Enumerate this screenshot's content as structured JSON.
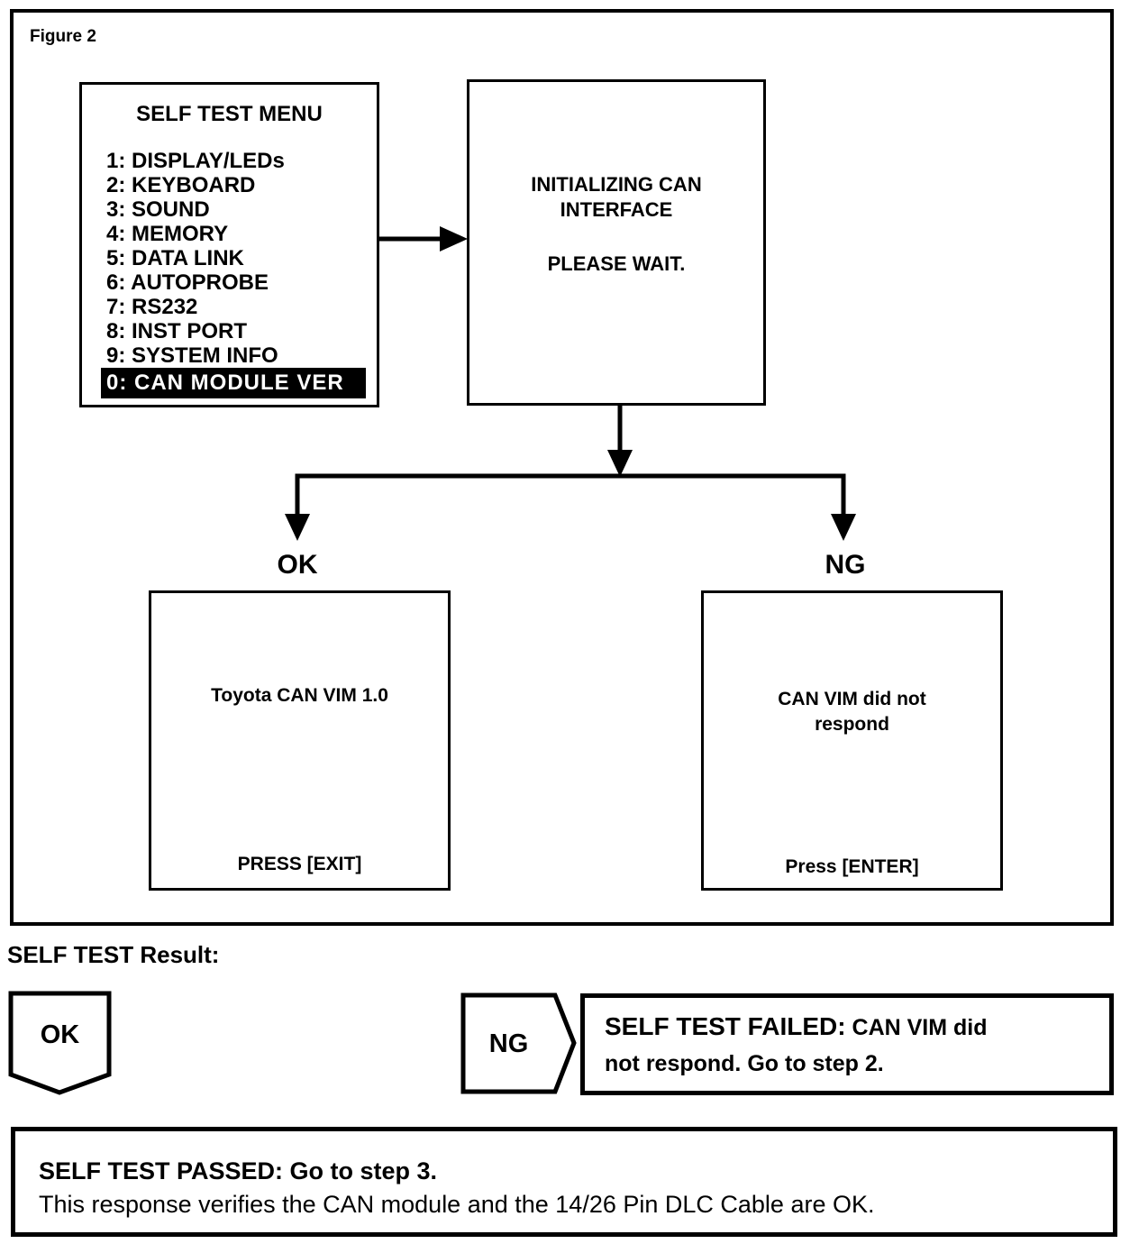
{
  "figure": {
    "label": "Figure 2"
  },
  "menu_screen": {
    "title": "SELF TEST MENU",
    "items": [
      "1: DISPLAY/LEDs",
      "2: KEYBOARD",
      "3: SOUND",
      "4: MEMORY",
      "5: DATA LINK",
      "6: AUTOPROBE",
      "7: RS232",
      "8: INST PORT",
      "9: SYSTEM INFO"
    ],
    "highlighted_item": "0: CAN MODULE VER"
  },
  "init_screen": {
    "line1": "INITIALIZING CAN",
    "line2": "INTERFACE",
    "line3": "PLEASE WAIT."
  },
  "branches": {
    "ok_label": "OK",
    "ng_label": "NG"
  },
  "ok_screen": {
    "message": "Toyota CAN VIM 1.0",
    "action": "PRESS [EXIT]"
  },
  "ng_screen": {
    "message_line1": "CAN VIM did not",
    "message_line2": "respond",
    "action": "Press [ENTER]"
  },
  "result_section": {
    "heading": "SELF TEST Result:",
    "ok_badge": "OK",
    "ng_badge": "NG",
    "failed": {
      "prefix": "SELF TEST FAILED:",
      "line1_rest": " CAN VIM did",
      "line2": "not respond. Go to step 2."
    },
    "passed": {
      "line1": "SELF TEST PASSED: Go to step 3.",
      "line2": "This response verifies the CAN module and the 14/26 Pin DLC Cable are OK."
    }
  },
  "colors": {
    "ink": "#000000",
    "paper": "#ffffff",
    "highlight_bg": "#000000",
    "highlight_text": "#ffffff"
  }
}
